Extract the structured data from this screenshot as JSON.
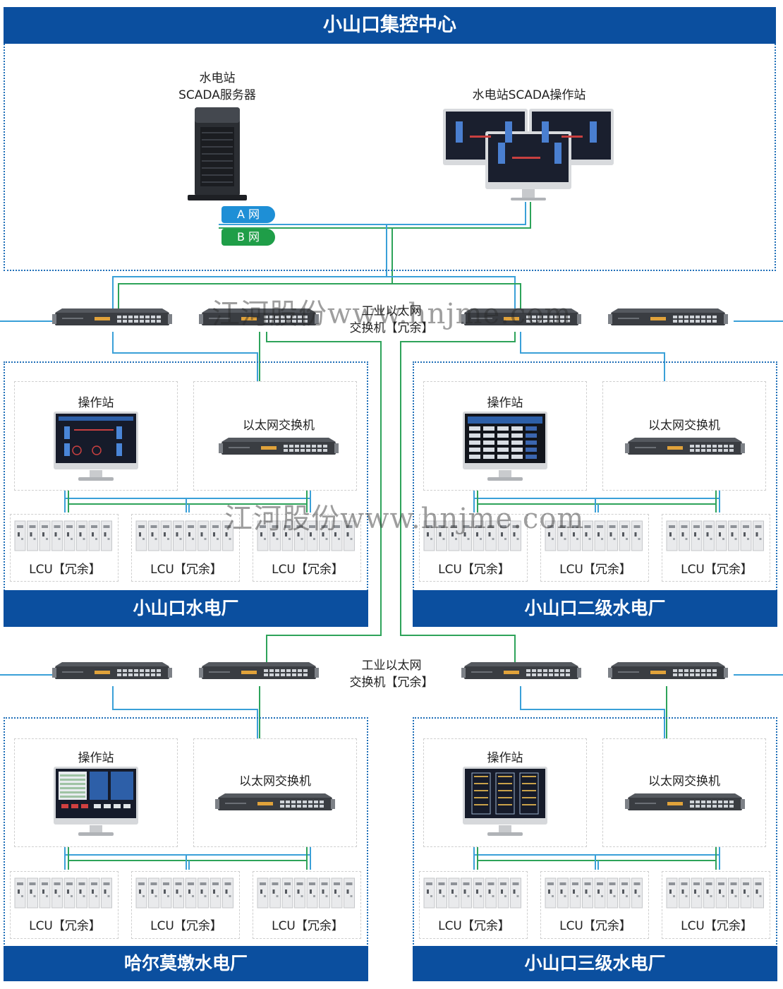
{
  "top_banner": "小山口集控中心",
  "scada_server_label_line1": "水电站",
  "scada_server_label_line2": "SCADA服务器",
  "scada_workstation_label": "水电站SCADA操作站",
  "net_a_label": "A  网",
  "net_b_label": "B  网",
  "industrial_switch_label_line1": "工业以太网",
  "industrial_switch_label_line2": "交换机【冗余】",
  "watermark": "江河股份www.hnjme.com",
  "colors": {
    "banner": "#0b4f9f",
    "net_a": "#1e8fd6",
    "net_b": "#1f9e48",
    "line_blue": "#3aa0d8",
    "line_green": "#2ea35a"
  },
  "plants": [
    {
      "name": "小山口水电厂",
      "workstation_label": "操作站",
      "switch_label": "以太网交换机",
      "lcu_labels": [
        "LCU【冗余】",
        "LCU【冗余】",
        "LCU【冗余】"
      ]
    },
    {
      "name": "小山口二级水电厂",
      "workstation_label": "操作站",
      "switch_label": "以太网交换机",
      "lcu_labels": [
        "LCU【冗余】",
        "LCU【冗余】",
        "LCU【冗余】"
      ]
    },
    {
      "name": "哈尔莫墩水电厂",
      "workstation_label": "操作站",
      "switch_label": "以太网交换机",
      "lcu_labels": [
        "LCU【冗余】",
        "LCU【冗余】",
        "LCU【冗余】"
      ]
    },
    {
      "name": "小山口三级水电厂",
      "workstation_label": "操作站",
      "switch_label": "以太网交换机",
      "lcu_labels": [
        "LCU【冗余】",
        "LCU【冗余】",
        "LCU【冗余】"
      ]
    }
  ]
}
